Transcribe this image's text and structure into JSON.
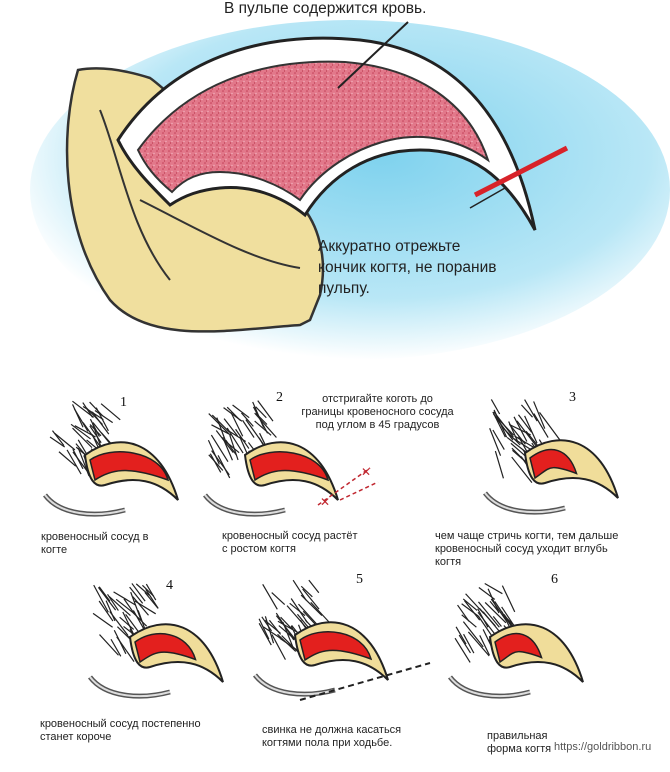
{
  "main_figure": {
    "pulp_blood_label": "В пульпе содержится кровь.",
    "cut_instruction": [
      "Аккуратно отрежьте",
      "кончик когтя, не поранив",
      "пульпу."
    ]
  },
  "steps": [
    {
      "number": "1",
      "caption": [
        "кровеносный сосуд в",
        "когте"
      ]
    },
    {
      "number": "2",
      "note": [
        "отстригайте коготь до",
        "границы кровеносного сосуда",
        "под углом в 45 градусов"
      ],
      "caption": [
        "кровеносный сосуд растёт",
        "с ростом когтя"
      ]
    },
    {
      "number": "3",
      "caption": [
        "чем чаще стричь когти, тем дальше",
        "кровеносный сосуд уходит вглубь",
        "когтя"
      ]
    },
    {
      "number": "4",
      "caption": [
        "кровеносный сосуд постепенно",
        "станет короче"
      ]
    },
    {
      "number": "5",
      "caption": [
        "свинка не должна касаться",
        "когтями пола при ходьбе."
      ]
    },
    {
      "number": "6",
      "caption": [
        "правильная",
        "форма когтя"
      ]
    }
  ],
  "watermark": "https://goldribbon.ru",
  "colors": {
    "pulp": "#d9546a",
    "bone": "#f0dd9a",
    "blood": "#e3201e",
    "cut_line": "#d8232a",
    "background_glow": "#8ed8f0"
  }
}
